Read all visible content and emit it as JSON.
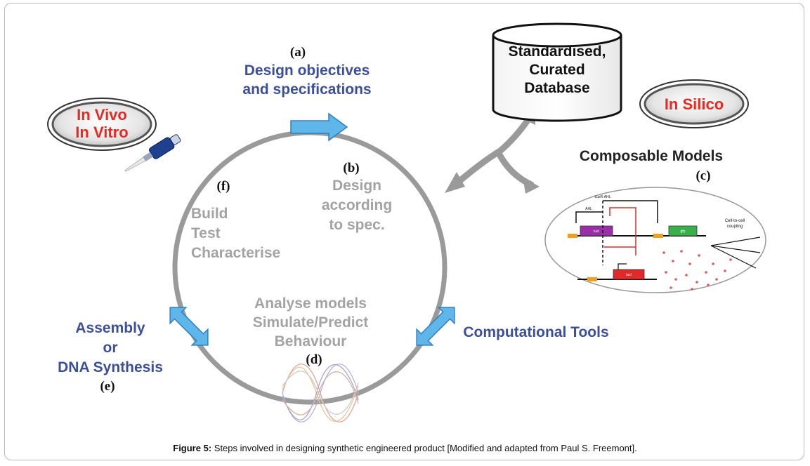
{
  "steps": {
    "a": {
      "letter": "(a)",
      "line1": "Design objectives",
      "line2": "and specifications"
    },
    "b": {
      "letter": "(b)",
      "line1": "Design",
      "line2": "according",
      "line3": "to spec."
    },
    "c": {
      "letter": "(c)",
      "title": "Composable Models"
    },
    "d": {
      "letter": "(d)",
      "line1": "Analyse models",
      "line2": "Simulate/Predict",
      "line3": "Behaviour"
    },
    "e": {
      "letter": "(e)",
      "line1": "Assembly",
      "line2": "or",
      "line3": "DNA Synthesis"
    },
    "f": {
      "letter": "(f)",
      "line1": "Build",
      "line2": "Test",
      "line3": "Characterise"
    }
  },
  "database": {
    "line1": "Standardised,",
    "line2": "Curated",
    "line3": "Database"
  },
  "badges": {
    "in_vivo": {
      "line1": "In Vivo",
      "line2": "In Vitro"
    },
    "in_silico": {
      "line1": "In Silico"
    }
  },
  "computational_tools": "Computational Tools",
  "model_inset": {
    "top_label": "LuxR-AHL",
    "ahl_label": "AHL",
    "gene1": "luxI",
    "gene2": "gfp",
    "gene3": "lacI",
    "coupling_line1": "Cell-to-cell",
    "coupling_line2": "coupling"
  },
  "caption": {
    "prefix": "Figure 5:",
    "text": " Steps involved in designing synthetic engineered product [Modified and adapted from Paul S. Freemont]."
  },
  "colors": {
    "circle": "#9a9a9a",
    "blue_text": "#3b4f9b",
    "grey_text": "#a3a3a3",
    "red_text": "#e8291f",
    "arrow_fill": "#5fb6e8",
    "arrow_stroke": "#2f7fbf"
  }
}
